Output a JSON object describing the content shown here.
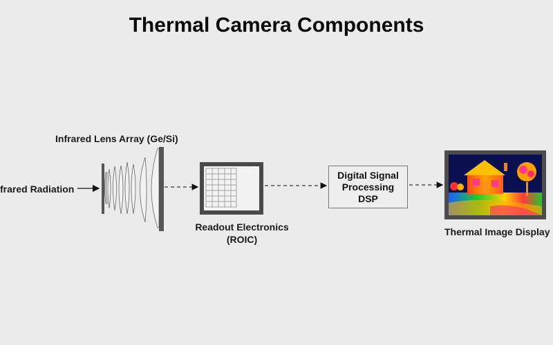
{
  "title": "Thermal Camera Components",
  "components": {
    "radiation": {
      "label": "frared Radiation"
    },
    "lens": {
      "label": "Infrared Lens Array (Ge/Si)"
    },
    "roic": {
      "label_line1": "Readout Electronics",
      "label_line2": "(ROIC)"
    },
    "dsp": {
      "line1": "Digital Signal",
      "line2": "Processing",
      "line3": "DSP"
    },
    "display": {
      "label": "Thermal Image Display"
    }
  },
  "colors": {
    "background": "#ebebeb",
    "frame": "#4a4a4a",
    "thermal_hot": "#ff2a2a",
    "thermal_warm": "#ffd000",
    "thermal_cool": "#1ec81e",
    "thermal_cold": "#0a1050"
  }
}
